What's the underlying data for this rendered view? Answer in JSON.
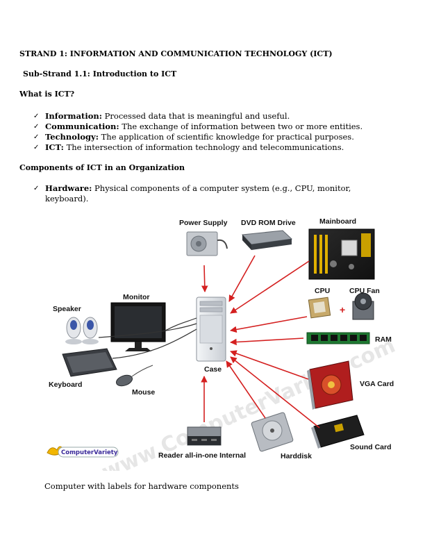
{
  "document": {
    "strand_title": "STRAND 1: INFORMATION AND COMMUNICATION TECHNOLOGY (ICT)",
    "substrand_title": "Sub-Strand 1.1: Introduction to ICT",
    "what_is_heading": "What is ICT?",
    "definitions": [
      {
        "term": "Information:",
        "text": " Processed data that is meaningful and useful."
      },
      {
        "term": "Communication:",
        "text": " The exchange of information between two or more entities."
      },
      {
        "term": "Technology:",
        "text": " The application of scientific knowledge for practical purposes."
      },
      {
        "term": "ICT:",
        "text": " The intersection of information technology and telecommunications."
      }
    ],
    "components_heading": "Components of ICT in an Organization",
    "hardware": {
      "term": "Hardware:",
      "text": " Physical components of a computer system (e.g., CPU, monitor, keyboard)."
    },
    "check_glyph": "✓",
    "caption": "Computer with labels for hardware components"
  },
  "figure": {
    "labels": {
      "power_supply": "Power Supply",
      "dvd_rom": "DVD ROM Drive",
      "mainboard": "Mainboard",
      "monitor": "Monitor",
      "speaker": "Speaker",
      "cpu": "CPU",
      "cpu_fan": "CPU Fan",
      "plus": "+",
      "ram": "RAM",
      "case": "Case",
      "keyboard": "Keyboard",
      "mouse": "Mouse",
      "vga_card": "VGA Card",
      "sound_card": "Sound Card",
      "harddisk": "Harddisk",
      "reader": "Reader all-in-one Internal",
      "logo": "ComputerVariety",
      "watermark": "www.ComputerVariety.com"
    },
    "arrow_color": "#d42020"
  }
}
